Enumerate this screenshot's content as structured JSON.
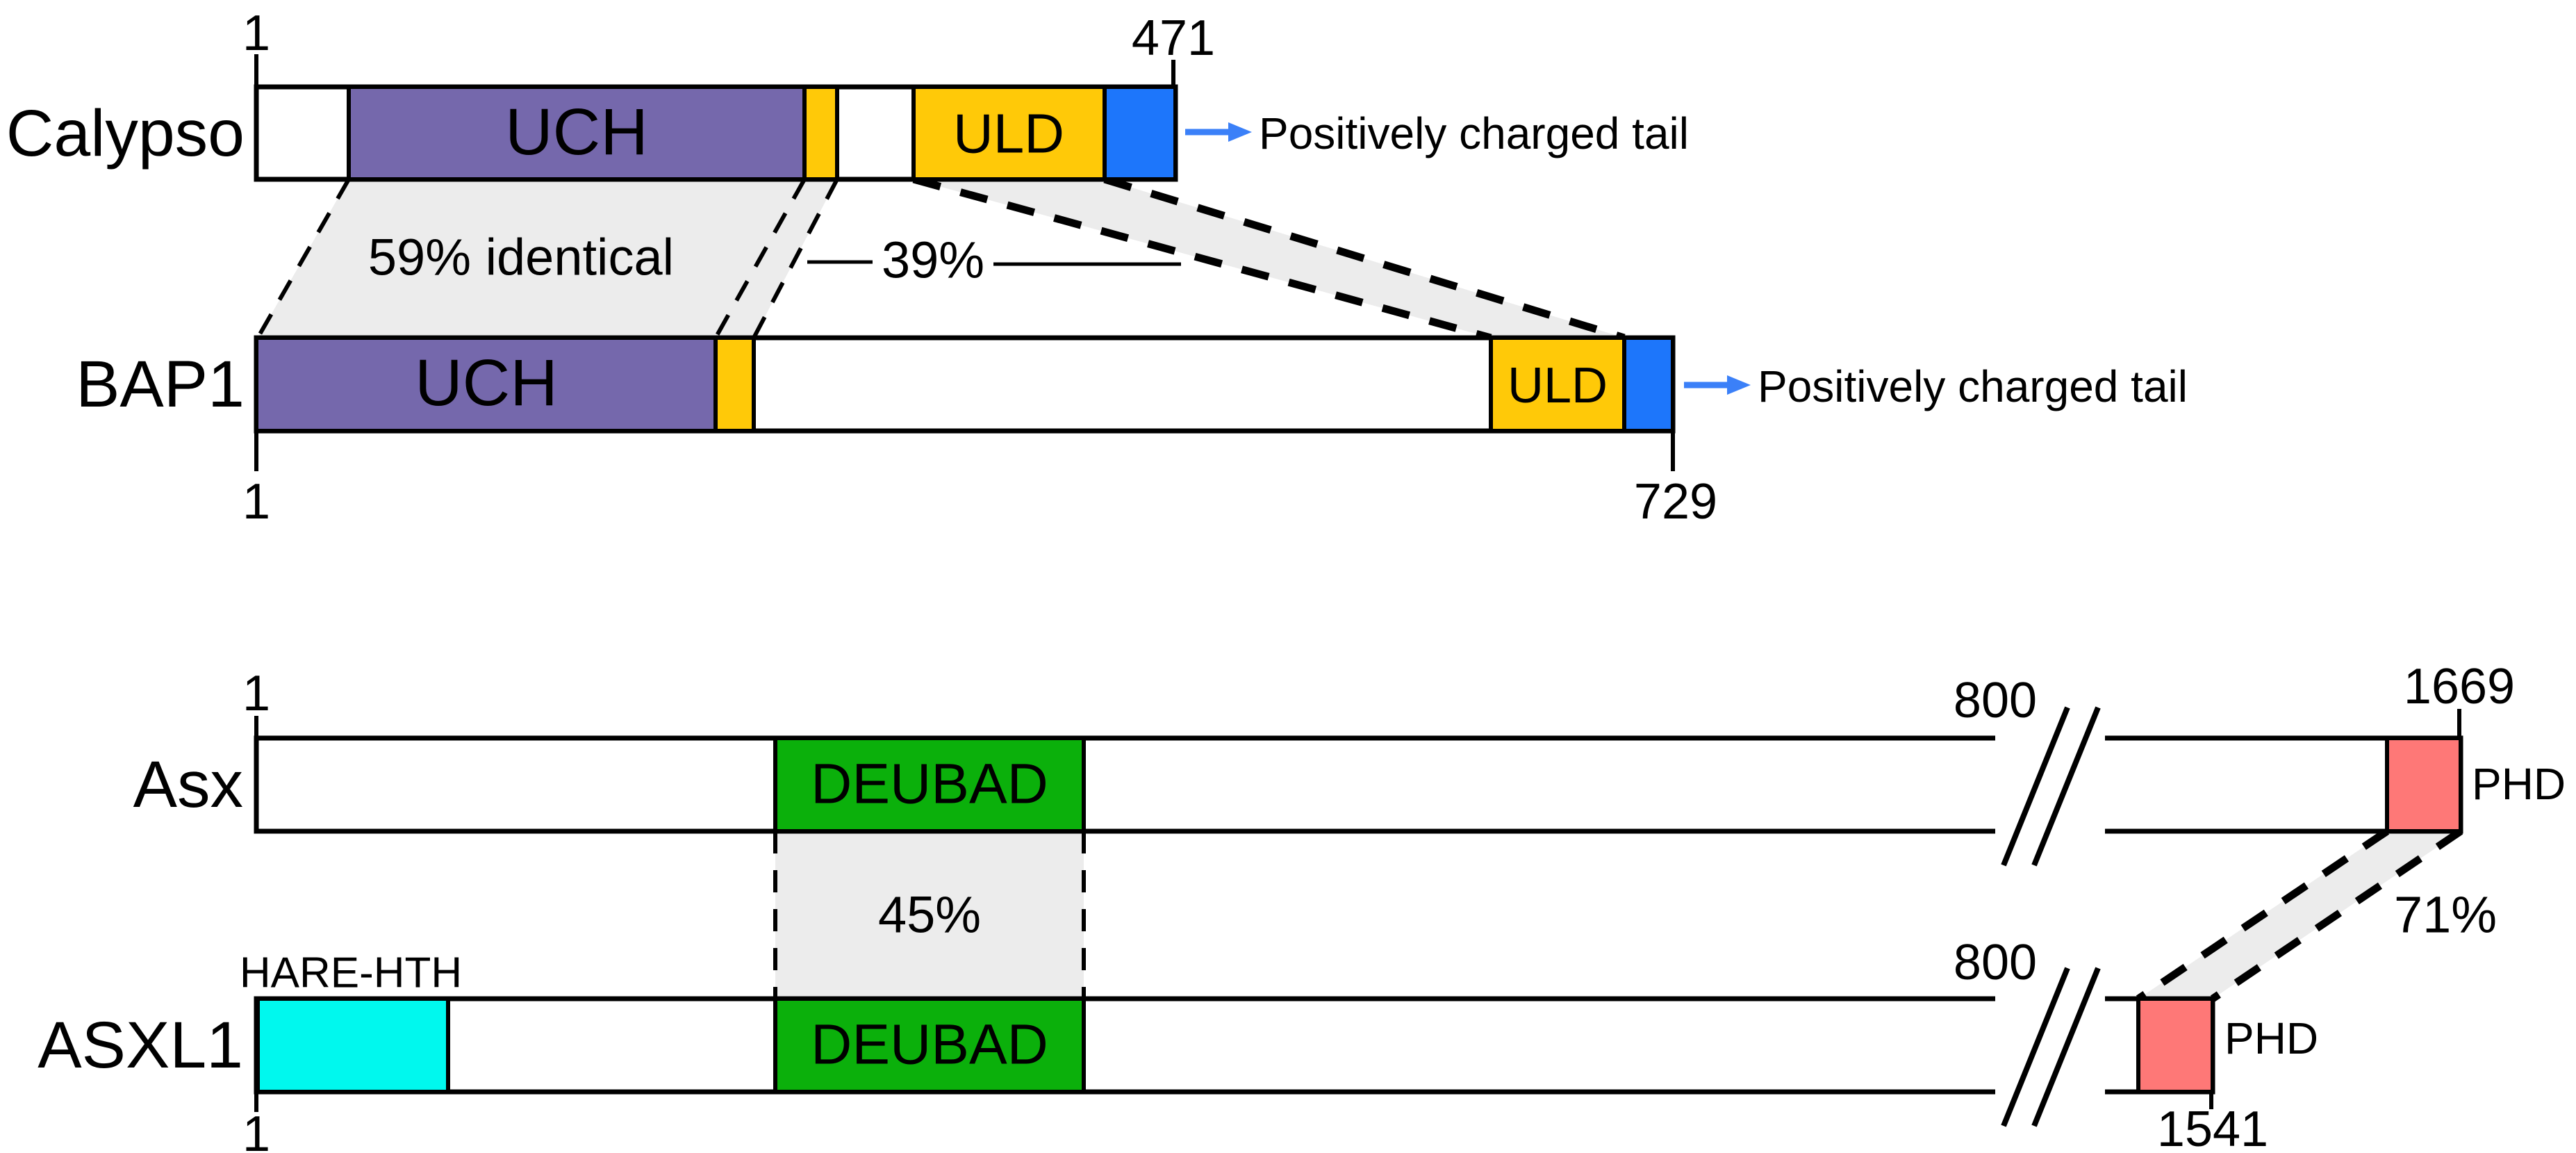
{
  "colors": {
    "uch": "#7568AC",
    "linker_yellow": "#FFC908",
    "uld": "#FFC908",
    "tail_box_blue": "#1D76FB",
    "tail_accent_blue": "#3B80F8",
    "deubad_green": "#0BB00B",
    "hare_hth_cyan": "#00F8EE",
    "phd_salmon": "#FE7877",
    "connector_gray": "#ECECEC"
  },
  "proteins": {
    "calypso": {
      "name": "Calypso",
      "start": "1",
      "end": "471",
      "domains": {
        "uch": "UCH",
        "uld": "ULD"
      },
      "tail_label": "Positively charged tail"
    },
    "bap1": {
      "name": "BAP1",
      "start": "1",
      "end": "729",
      "domains": {
        "uch": "UCH",
        "uld": "ULD"
      },
      "tail_label": "Positively charged tail"
    },
    "asx": {
      "name": "Asx",
      "start": "1",
      "break_pos": "800",
      "end": "1669",
      "domains": {
        "deubad": "DEUBAD",
        "phd": "PHD"
      }
    },
    "asxl1": {
      "name": "ASXL1",
      "start": "1",
      "break_pos": "800",
      "end": "1541",
      "domains": {
        "hare_hth": "HARE-HTH",
        "deubad": "DEUBAD",
        "phd": "PHD"
      }
    }
  },
  "identities": {
    "uch": "59% identical",
    "cterm": "39%",
    "deubad": "45%",
    "phd": "71%"
  }
}
